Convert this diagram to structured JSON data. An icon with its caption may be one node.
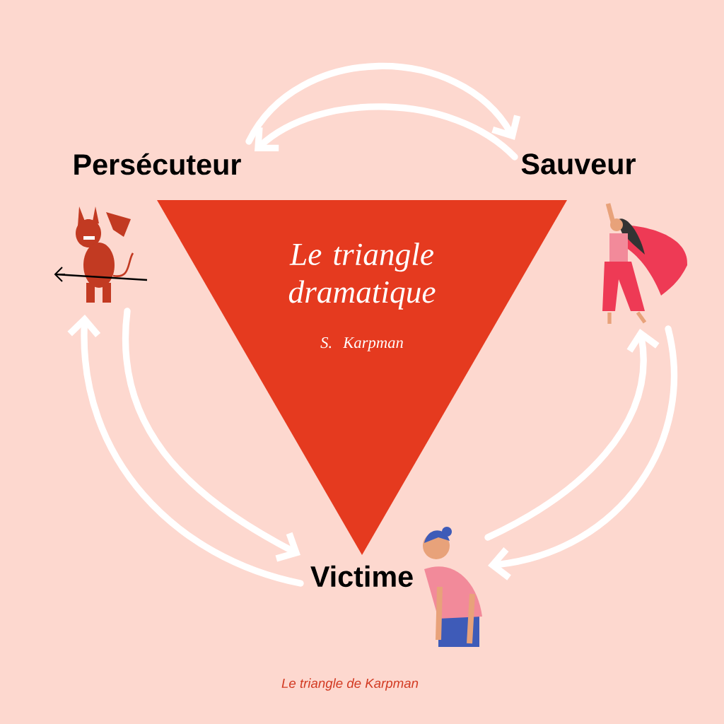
{
  "diagram": {
    "caption": "Le triangle de Karpman",
    "nodes": [
      {
        "text": [
          "Le triangle dramatique",
          "S. Karpman"
        ]
      },
      {
        "text": [
          "Persécuteur"
        ]
      },
      {
        "text": [
          "Sauveur"
        ]
      },
      {
        "text": [
          "Victime"
        ]
      }
    ],
    "edges": [
      {
        "from": 1,
        "to": 2,
        "arrow": "to"
      },
      {
        "from": 2,
        "to": 1,
        "arrow": "to"
      },
      {
        "from": 1,
        "to": 3,
        "arrow": "to"
      },
      {
        "from": 3,
        "to": 1,
        "arrow": "to"
      },
      {
        "from": 3,
        "to": 2,
        "arrow": "to"
      },
      {
        "from": 2,
        "to": 3,
        "arrow": "to"
      }
    ]
  }
}
